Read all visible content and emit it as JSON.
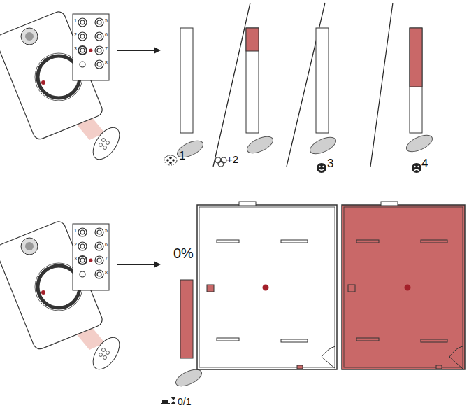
{
  "diagram": {
    "labels": [
      "1",
      "+2",
      "3",
      "4",
      "0%",
      "0/1",
      "1",
      "2",
      "3",
      "5",
      "6",
      "7",
      "8",
      "1",
      "2",
      "3",
      "5",
      "6",
      "7",
      "8"
    ]
  }
}
